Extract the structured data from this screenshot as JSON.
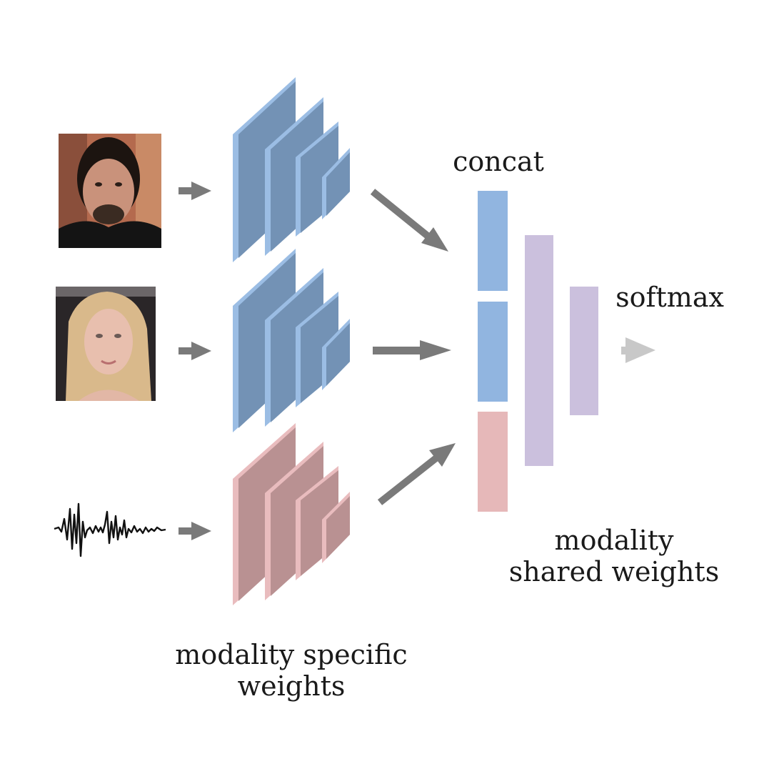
{
  "labels": {
    "concat": "concat",
    "softmax": "softmax",
    "shared_weights": [
      "modality",
      "shared weights"
    ],
    "specific_weights": [
      "modality specific",
      "weights"
    ]
  },
  "inputs": [
    {
      "kind": "face-image",
      "icon": "man-face-photo-icon"
    },
    {
      "kind": "face-image",
      "icon": "woman-face-photo-icon"
    },
    {
      "kind": "audio",
      "icon": "audio-waveform-icon"
    }
  ],
  "colors": {
    "blue_face": "#9bbde4",
    "blue_side": "#7392b5",
    "pink_face": "#e9bcbe",
    "pink_side": "#b99192",
    "concat_blue": "#91b5e0",
    "concat_pink": "#e6b8b9",
    "shared_purple": "#cbc0dd",
    "arrow_dark": "#7a7a7a",
    "arrow_light": "#c8c8c8"
  }
}
